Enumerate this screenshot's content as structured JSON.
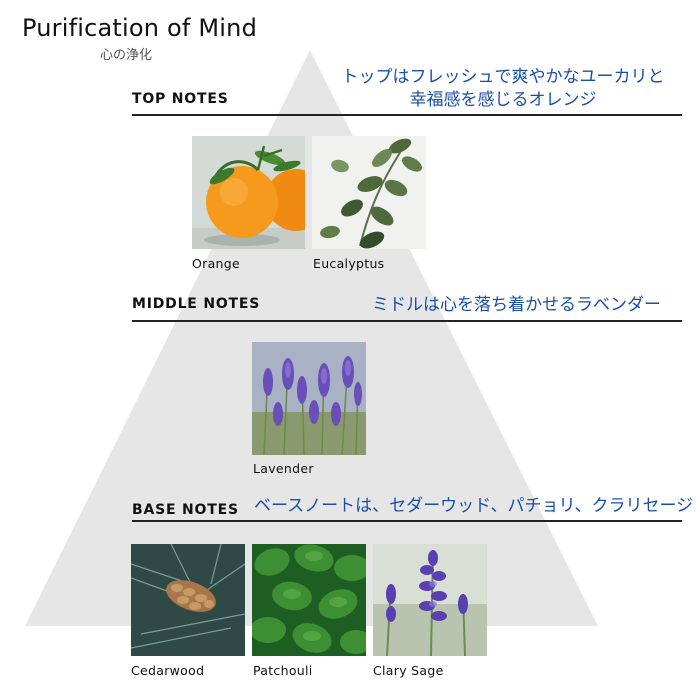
{
  "header": {
    "title": "Purification of Mind",
    "subtitle": "心の浄化"
  },
  "top": {
    "heading": "TOP NOTES",
    "description_line1": "トップはフレッシュで爽やかなユーカリと",
    "description_line2": "幸福感を感じるオレンジ",
    "items": [
      {
        "label": "Orange",
        "icon": "orange-photo"
      },
      {
        "label": "Eucalyptus",
        "icon": "eucalyptus-photo"
      }
    ]
  },
  "middle": {
    "heading": "MIDDLE NOTES",
    "description": "ミドルは心を落ち着かせるラベンダー",
    "items": [
      {
        "label": "Lavender",
        "icon": "lavender-photo"
      }
    ]
  },
  "base": {
    "heading": "BASE NOTES",
    "description": "ベースノートは、セダーウッド、パチョリ、クラリセージ",
    "items": [
      {
        "label": "Cedarwood",
        "icon": "cedarwood-photo"
      },
      {
        "label": "Patchouli",
        "icon": "patchouli-photo"
      },
      {
        "label": "Clary Sage",
        "icon": "clary-sage-photo"
      }
    ]
  },
  "colors": {
    "pyramid": "#e6e6e6",
    "accent_text": "#1a4fa8",
    "rule": "#222222"
  }
}
